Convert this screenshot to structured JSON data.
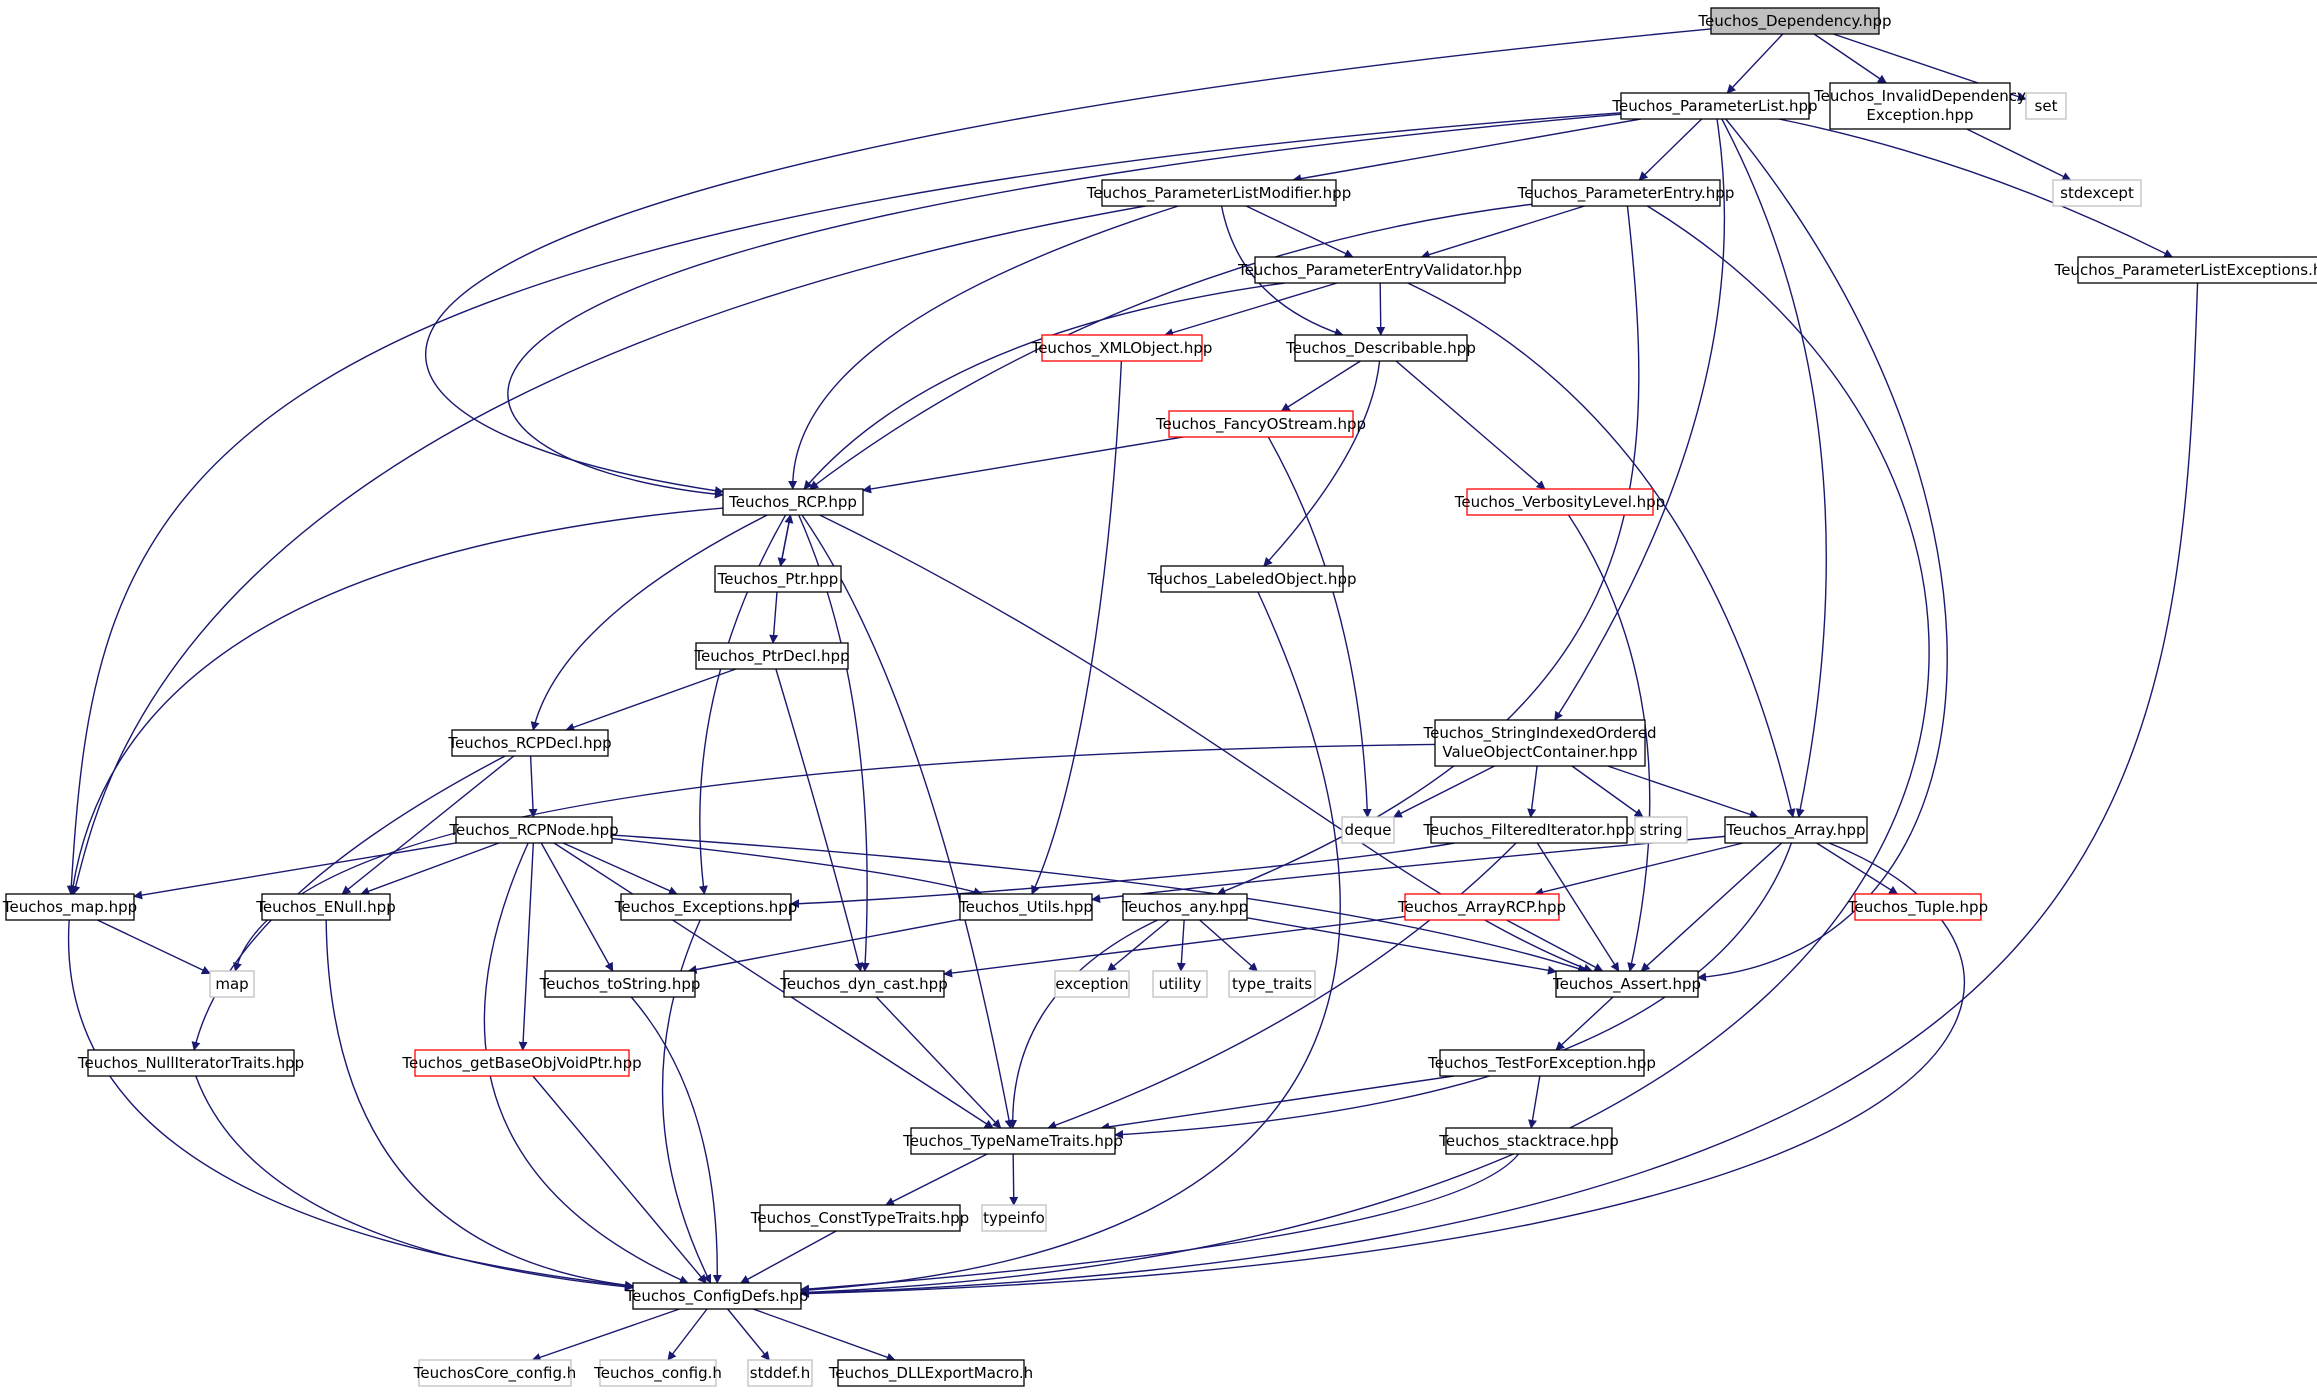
{
  "colors": {
    "edge": "#191970",
    "node_border": "#000000",
    "node_border_external": "#bfbfbf",
    "node_border_truncated": "#ff0000",
    "root_fill": "#bfbfbf",
    "node_fill": "#ffffff",
    "text": "#000000",
    "text_external": "#4d4d4d"
  },
  "nodes": {
    "dependency": {
      "label": "Teuchos_Dependency.hpp"
    },
    "parameterlist": {
      "label": "Teuchos_ParameterList.hpp"
    },
    "invaliddep": {
      "label": "Teuchos_InvalidDependency",
      "label2": "Exception.hpp"
    },
    "set": {
      "label": "set"
    },
    "stdexcept": {
      "label": "stdexcept"
    },
    "listmodifier": {
      "label": "Teuchos_ParameterListModifier.hpp"
    },
    "paramentry": {
      "label": "Teuchos_ParameterEntry.hpp"
    },
    "listexceptions": {
      "label": "Teuchos_ParameterListExceptions.hpp"
    },
    "entryvalidator": {
      "label": "Teuchos_ParameterEntryValidator.hpp"
    },
    "xmlobject": {
      "label": "Teuchos_XMLObject.hpp"
    },
    "describable": {
      "label": "Teuchos_Describable.hpp"
    },
    "fancyostream": {
      "label": "Teuchos_FancyOStream.hpp"
    },
    "verbosity": {
      "label": "Teuchos_VerbosityLevel.hpp"
    },
    "rcp": {
      "label": "Teuchos_RCP.hpp"
    },
    "ptr": {
      "label": "Teuchos_Ptr.hpp"
    },
    "labeledobject": {
      "label": "Teuchos_LabeledObject.hpp"
    },
    "ptrdecl": {
      "label": "Teuchos_PtrDecl.hpp"
    },
    "rcpdecl": {
      "label": "Teuchos_RCPDecl.hpp"
    },
    "stringindexed": {
      "label": "Teuchos_StringIndexedOrdered",
      "label2": "ValueObjectContainer.hpp"
    },
    "rcpnode": {
      "label": "Teuchos_RCPNode.hpp"
    },
    "deque": {
      "label": "deque"
    },
    "filtered": {
      "label": "Teuchos_FilteredIterator.hpp"
    },
    "string": {
      "label": "string"
    },
    "array": {
      "label": "Teuchos_Array.hpp"
    },
    "map_hpp": {
      "label": "Teuchos_map.hpp"
    },
    "enull": {
      "label": "Teuchos_ENull.hpp"
    },
    "exceptions": {
      "label": "Teuchos_Exceptions.hpp"
    },
    "utils": {
      "label": "Teuchos_Utils.hpp"
    },
    "any": {
      "label": "Teuchos_any.hpp"
    },
    "arrayrcp": {
      "label": "Teuchos_ArrayRCP.hpp"
    },
    "tuple": {
      "label": "Teuchos_Tuple.hpp"
    },
    "map": {
      "label": "map"
    },
    "tostring": {
      "label": "Teuchos_toString.hpp"
    },
    "dyncast": {
      "label": "Teuchos_dyn_cast.hpp"
    },
    "exception": {
      "label": "exception"
    },
    "utility": {
      "label": "utility"
    },
    "typetraits": {
      "label": "type_traits"
    },
    "assert": {
      "label": "Teuchos_Assert.hpp"
    },
    "nulliter": {
      "label": "Teuchos_NullIteratorTraits.hpp"
    },
    "getbase": {
      "label": "Teuchos_getBaseObjVoidPtr.hpp"
    },
    "testforexc": {
      "label": "Teuchos_TestForException.hpp"
    },
    "typename": {
      "label": "Teuchos_TypeNameTraits.hpp"
    },
    "stacktrace": {
      "label": "Teuchos_stacktrace.hpp"
    },
    "consttype": {
      "label": "Teuchos_ConstTypeTraits.hpp"
    },
    "typeinfo": {
      "label": "typeinfo"
    },
    "configdefs": {
      "label": "Teuchos_ConfigDefs.hpp"
    },
    "coreconfig": {
      "label": "TeuchosCore_config.h"
    },
    "config": {
      "label": "Teuchos_config.h"
    },
    "stddef": {
      "label": "stddef.h"
    },
    "dllexport": {
      "label": "Teuchos_DLLExportMacro.h"
    }
  }
}
